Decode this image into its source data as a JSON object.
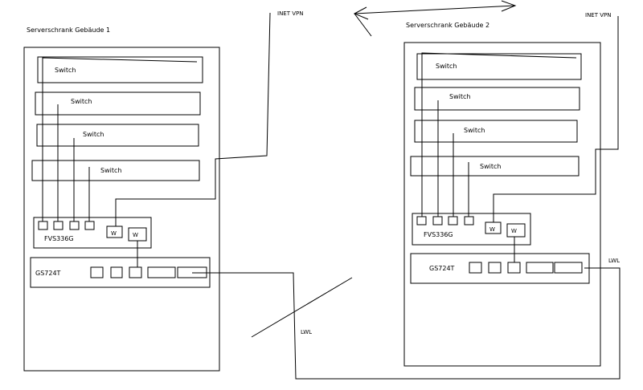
{
  "buildings": [
    {
      "title": "Serverschrank  Gebäude 1",
      "switches": [
        "Switch",
        "Switch",
        "Switch",
        "Switch"
      ],
      "firewall": {
        "label": "FVS336G",
        "ports": [
          "W",
          "W"
        ]
      },
      "core_switch": {
        "label": "GS724T"
      },
      "vpn_label": "INET VPN"
    },
    {
      "title": "Serverschrank  Gebäude 2",
      "switches": [
        "Switch",
        "Switch",
        "Switch",
        "Switch"
      ],
      "firewall": {
        "label": "FVS336G",
        "ports": [
          "W",
          "W"
        ]
      },
      "core_switch": {
        "label": "GS724T"
      },
      "vpn_label": "INET VPN",
      "fiber_label": "LWL"
    }
  ],
  "fiber_label": "LWL",
  "colors": {
    "line": "#000000",
    "background": "#ffffff"
  }
}
